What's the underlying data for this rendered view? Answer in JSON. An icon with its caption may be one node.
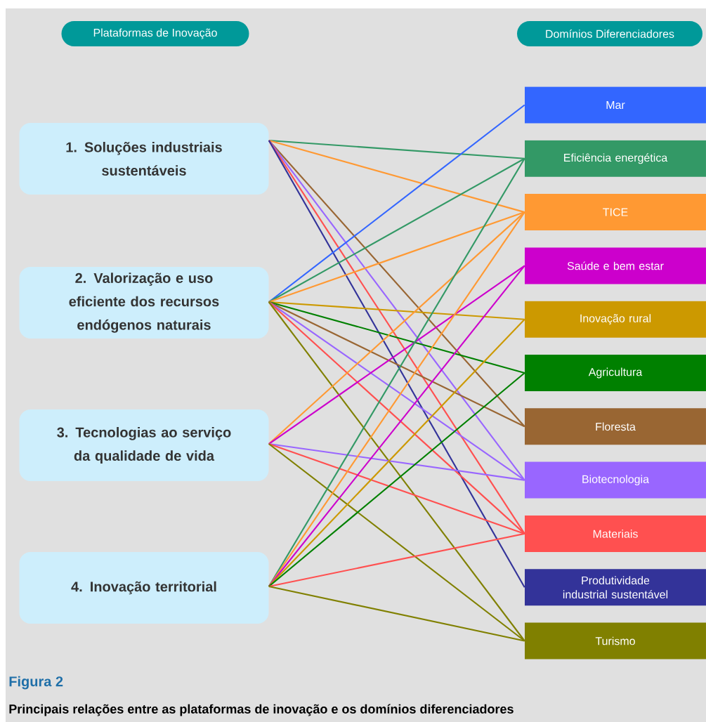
{
  "diagram": {
    "title": "Figura 2",
    "caption": "Principais relações entre as plataformas de inovação e os domínios diferenciadores",
    "nodes": [
      {
        "text": [
          "Plataformas de Inovação"
        ]
      },
      {
        "text": [
          "Domínios Diferenciadores"
        ]
      },
      {
        "text": [
          "1. Soluções industriais sustentáveis"
        ]
      },
      {
        "text": [
          "2. Valorização e uso eficiente dos recursos endógenos naturais"
        ]
      },
      {
        "text": [
          "3. Tecnologias ao serviço da qualidade de vida"
        ]
      },
      {
        "text": [
          "4. Inovação territorial"
        ]
      },
      {
        "text": [
          "Mar"
        ]
      },
      {
        "text": [
          "Eficiência energética"
        ]
      },
      {
        "text": [
          "TICE"
        ]
      },
      {
        "text": [
          "Saúde e bem estar"
        ]
      },
      {
        "text": [
          "Inovação rural"
        ]
      },
      {
        "text": [
          "Agricultura"
        ]
      },
      {
        "text": [
          "Floresta"
        ]
      },
      {
        "text": [
          "Biotecnologia"
        ]
      },
      {
        "text": [
          "Materiais"
        ]
      },
      {
        "text": [
          "Produtividade industrial sustentável"
        ]
      },
      {
        "text": [
          "Turismo"
        ]
      }
    ],
    "edges": [
      {
        "from": 2,
        "to": 7,
        "arrow": "none",
        "color": "#339966"
      },
      {
        "from": 2,
        "to": 8,
        "arrow": "none",
        "color": "#ff9933"
      },
      {
        "from": 2,
        "to": 12,
        "arrow": "none",
        "color": "#996633"
      },
      {
        "from": 2,
        "to": 13,
        "arrow": "none",
        "color": "#9966ff"
      },
      {
        "from": 2,
        "to": 14,
        "arrow": "none",
        "color": "#ff5050"
      },
      {
        "from": 2,
        "to": 15,
        "arrow": "none",
        "color": "#333399"
      },
      {
        "from": 3,
        "to": 6,
        "arrow": "none",
        "color": "#3366ff"
      },
      {
        "from": 3,
        "to": 7,
        "arrow": "none",
        "color": "#339966"
      },
      {
        "from": 3,
        "to": 8,
        "arrow": "none",
        "color": "#ff9933"
      },
      {
        "from": 3,
        "to": 10,
        "arrow": "none",
        "color": "#cc9900"
      },
      {
        "from": 3,
        "to": 11,
        "arrow": "none",
        "color": "#008000"
      },
      {
        "from": 3,
        "to": 12,
        "arrow": "none",
        "color": "#996633"
      },
      {
        "from": 3,
        "to": 13,
        "arrow": "none",
        "color": "#9966ff"
      },
      {
        "from": 3,
        "to": 14,
        "arrow": "none",
        "color": "#ff5050"
      },
      {
        "from": 3,
        "to": 16,
        "arrow": "none",
        "color": "#808000"
      },
      {
        "from": 4,
        "to": 8,
        "arrow": "none",
        "color": "#ff9933"
      },
      {
        "from": 4,
        "to": 9,
        "arrow": "none",
        "color": "#cc00cc"
      },
      {
        "from": 4,
        "to": 13,
        "arrow": "none",
        "color": "#9966ff"
      },
      {
        "from": 4,
        "to": 14,
        "arrow": "none",
        "color": "#ff5050"
      },
      {
        "from": 4,
        "to": 16,
        "arrow": "none",
        "color": "#808000"
      },
      {
        "from": 5,
        "to": 7,
        "arrow": "none",
        "color": "#339966"
      },
      {
        "from": 5,
        "to": 8,
        "arrow": "none",
        "color": "#ff9933"
      },
      {
        "from": 5,
        "to": 9,
        "arrow": "none",
        "color": "#cc00cc"
      },
      {
        "from": 5,
        "to": 10,
        "arrow": "none",
        "color": "#cc9900"
      },
      {
        "from": 5,
        "to": 11,
        "arrow": "none",
        "color": "#008000"
      },
      {
        "from": 5,
        "to": 14,
        "arrow": "none",
        "color": "#ff5050"
      },
      {
        "from": 5,
        "to": 16,
        "arrow": "none",
        "color": "#808000"
      }
    ]
  }
}
